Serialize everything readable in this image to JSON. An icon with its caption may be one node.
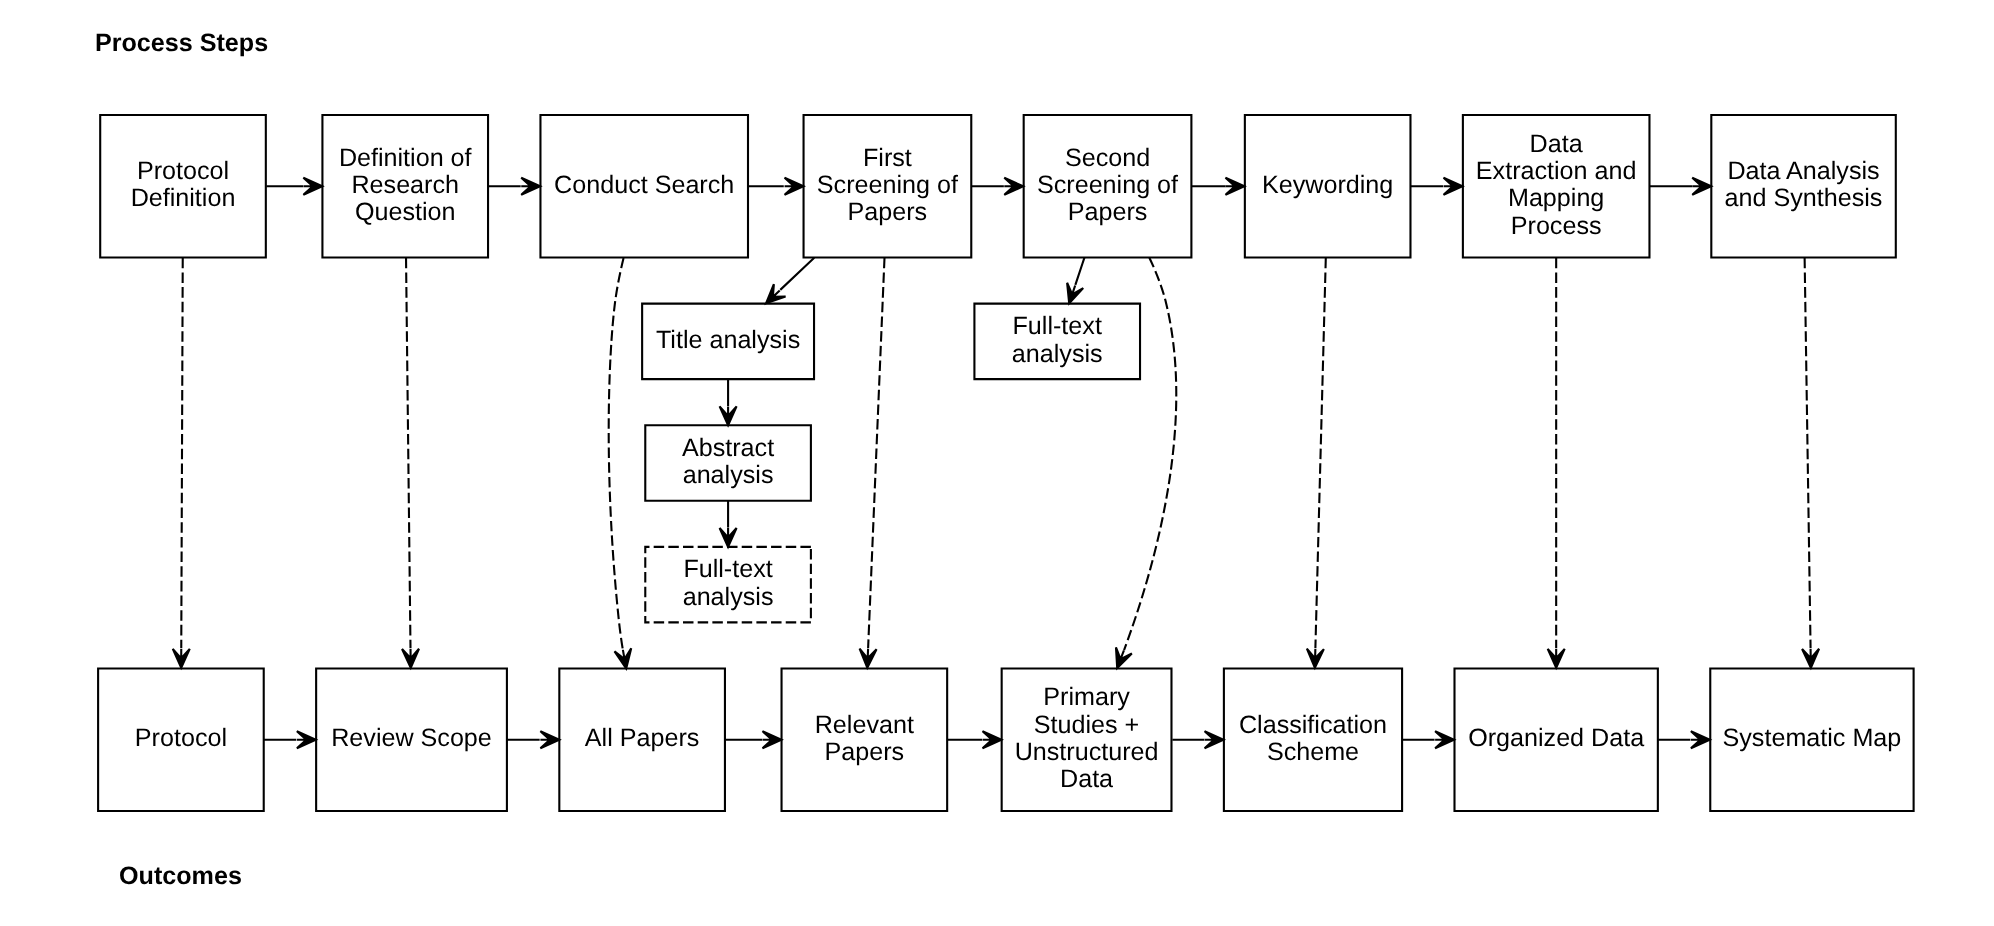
{
  "diagram": {
    "nodes": [
      {
        "text": [
          "Protocol Definition"
        ]
      },
      {
        "text": [
          "Definition of Research Question"
        ]
      },
      {
        "text": [
          "Conduct Search"
        ]
      },
      {
        "text": [
          "First Screening of Papers"
        ]
      },
      {
        "text": [
          "Title analysis"
        ]
      },
      {
        "text": [
          "Abstract analysis"
        ]
      },
      {
        "text": [
          "Full-text analysis"
        ]
      },
      {
        "text": [
          "Second Screening of Papers"
        ]
      },
      {
        "text": [
          "Full-text analysis"
        ]
      },
      {
        "text": [
          "Keywording"
        ]
      },
      {
        "text": [
          "Data Extraction and Mapping Process"
        ]
      },
      {
        "text": [
          "Data Analysis and Synthesis"
        ]
      },
      {
        "text": [
          "Protocol"
        ]
      },
      {
        "text": [
          "Review Scope"
        ]
      },
      {
        "text": [
          "All Papers"
        ]
      },
      {
        "text": [
          "Relevant Papers"
        ]
      },
      {
        "text": [
          "Primary Studies + Unstructured Data"
        ]
      },
      {
        "text": [
          "Classification Scheme"
        ]
      },
      {
        "text": [
          "Organized Data"
        ]
      },
      {
        "text": [
          "Systematic Map"
        ]
      }
    ],
    "edges": [
      {
        "from": 0,
        "to": 1,
        "arrow": "to"
      },
      {
        "from": 1,
        "to": 2,
        "arrow": "to"
      },
      {
        "from": 2,
        "to": 3,
        "arrow": "to"
      },
      {
        "from": 3,
        "to": 7,
        "arrow": "to"
      },
      {
        "from": 7,
        "to": 9,
        "arrow": "to"
      },
      {
        "from": 9,
        "to": 10,
        "arrow": "to"
      },
      {
        "from": 10,
        "to": 11,
        "arrow": "to"
      },
      {
        "from": 3,
        "to": 4,
        "arrow": "to"
      },
      {
        "from": 4,
        "to": 5,
        "arrow": "to"
      },
      {
        "from": 5,
        "to": 6,
        "arrow": "to"
      },
      {
        "from": 7,
        "to": 8,
        "arrow": "to"
      },
      {
        "from": 0,
        "to": 12,
        "arrow": "to",
        "style": "dashed"
      },
      {
        "from": 1,
        "to": 13,
        "arrow": "to",
        "style": "dashed"
      },
      {
        "from": 2,
        "to": 14,
        "arrow": "to",
        "style": "dashed"
      },
      {
        "from": 3,
        "to": 15,
        "arrow": "to",
        "style": "dashed"
      },
      {
        "from": 7,
        "to": 16,
        "arrow": "to",
        "style": "dashed"
      },
      {
        "from": 9,
        "to": 17,
        "arrow": "to",
        "style": "dashed"
      },
      {
        "from": 10,
        "to": 18,
        "arrow": "to",
        "style": "dashed"
      },
      {
        "from": 11,
        "to": 19,
        "arrow": "to",
        "style": "dashed"
      },
      {
        "from": 12,
        "to": 13,
        "arrow": "to"
      },
      {
        "from": 13,
        "to": 14,
        "arrow": "to"
      },
      {
        "from": 14,
        "to": 15,
        "arrow": "to"
      },
      {
        "from": 15,
        "to": 16,
        "arrow": "to"
      },
      {
        "from": 16,
        "to": 17,
        "arrow": "to"
      },
      {
        "from": 17,
        "to": 18,
        "arrow": "to"
      },
      {
        "from": 18,
        "to": 19,
        "arrow": "to"
      }
    ],
    "labels": [
      "Process Steps",
      "Outcomes"
    ]
  }
}
